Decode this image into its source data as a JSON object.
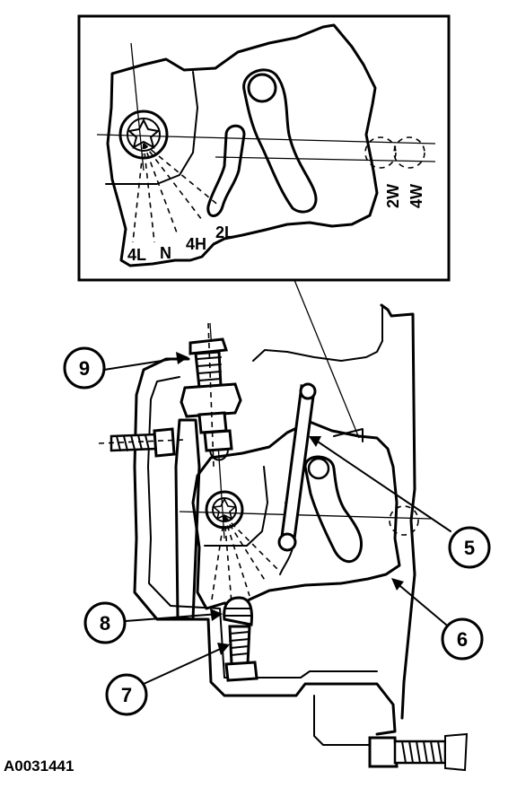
{
  "inset": {
    "positions": {
      "four_low": "4L",
      "neutral": "N",
      "four_high": "4H",
      "two_low": "2L"
    },
    "drive_modes": {
      "two_wheel": "2W",
      "four_wheel": "4W"
    }
  },
  "callouts": [
    "5",
    "6",
    "7",
    "8",
    "9"
  ],
  "figure_id": "A0031441"
}
